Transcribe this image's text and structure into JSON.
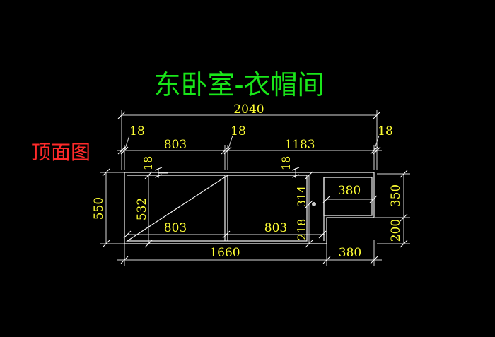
{
  "drawing": {
    "title": "东卧室-衣帽间",
    "view_label": "顶面图",
    "colors": {
      "background": "#000000",
      "title": "#19e619",
      "view_label": "#ff2a2a",
      "dimension_text": "#ffff33",
      "dimension_lines": "#d8d8d8",
      "outline": "#f2f2f2"
    }
  },
  "dimensions": {
    "overall_width": "2040",
    "left_gap": "18",
    "middle_gap": "18",
    "right_gap": "18",
    "left_bay_top": "803",
    "right_bay_top": "1183",
    "left_wall_inner_top": "18",
    "right_wall_inner_top": "18",
    "overall_depth": "550",
    "inner_depth": "532",
    "left_bay_inner": "803",
    "middle_bay_inner": "803",
    "step_upper": "314",
    "step_lower": "218",
    "alcove_width": "380",
    "right_upper": "350",
    "right_lower": "200",
    "bottom_left": "1660",
    "bottom_right": "380"
  }
}
